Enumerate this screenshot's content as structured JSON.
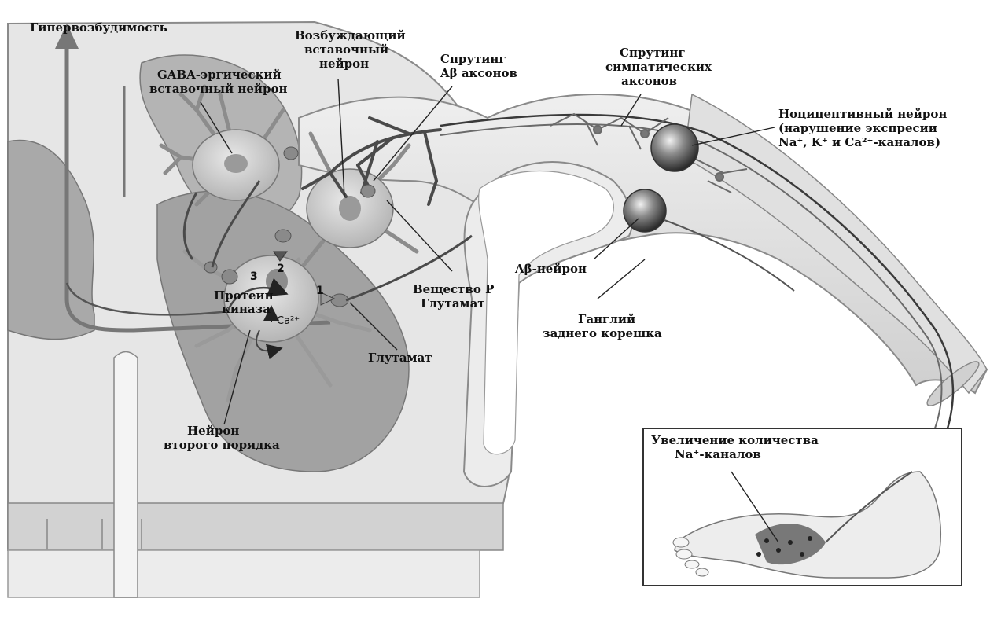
{
  "title": "Гипервозбудимость",
  "labels": {
    "gaba_line1": "GABA-эргический",
    "gaba_line2": "вставочный нейрон",
    "excit_line1": "Возбуждающий",
    "excit_line2": "вставочный",
    "excit_line3": "нейрон",
    "sprout_ab_line1": "Спрутинг",
    "sprout_ab_line2": "Aβ аксонов",
    "sprout_symp_line1": "Спрутинг",
    "sprout_symp_line2": "симпатических",
    "sprout_symp_line3": "аксонов",
    "nocic_line1": "Ноцицептивный нейрон",
    "nocic_line2": "(нарушение экспресии",
    "nocic_line3": "Na⁺, K⁺ и Ca²⁺-каналов)",
    "ab_neuron": "Aβ-нейрон",
    "substance_line1": "Вещество Р",
    "substance_line2": "Глутамат",
    "ganglion_line1": "Ганглий",
    "ganglion_line2": "заднего корешка",
    "glutamate": "Глутамат",
    "protein_line1": "Протеин",
    "protein_line2": "киназа",
    "ca": "Ca²⁺",
    "neuron2_line1": "Нейрон",
    "neuron2_line2": "второго порядка",
    "inset_line1": "Увеличение количества",
    "inset_line2": "Na⁺-каналов",
    "num1": "1",
    "num2": "2",
    "num3": "3"
  },
  "colors": {
    "background": "#ffffff",
    "white_matter": "#e9e9e9",
    "gray_matter": "#a7a7a7",
    "nerve": "#dcdcdc",
    "neuron_body": "#d6d6d6",
    "axon": "#4a4a4a",
    "label": "#111111"
  }
}
